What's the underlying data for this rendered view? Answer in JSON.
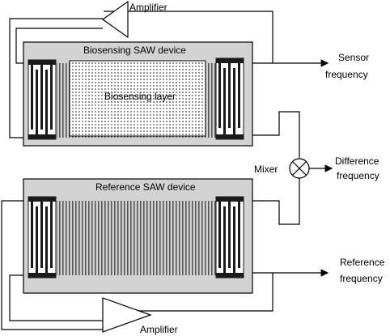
{
  "labels": {
    "top_amplifier": "Amplifier",
    "bottom_amplifier": "Amplifier",
    "biosensing_device": "Biosensing SAW device",
    "biosensing_layer": "Biosensing layer",
    "reference_device": "Reference SAW device",
    "mixer": "Mixer",
    "sensor_frequency_line1": "Sensor",
    "sensor_frequency_line2": "frequency",
    "difference_frequency_line1": "Difference",
    "difference_frequency_line2": "frequency",
    "reference_frequency_line1": "Reference",
    "reference_frequency_line2": "frequency"
  },
  "colors": {
    "device_fill": "#d3d3d3",
    "electrode": "#1a1a1a",
    "line": "#000000"
  }
}
